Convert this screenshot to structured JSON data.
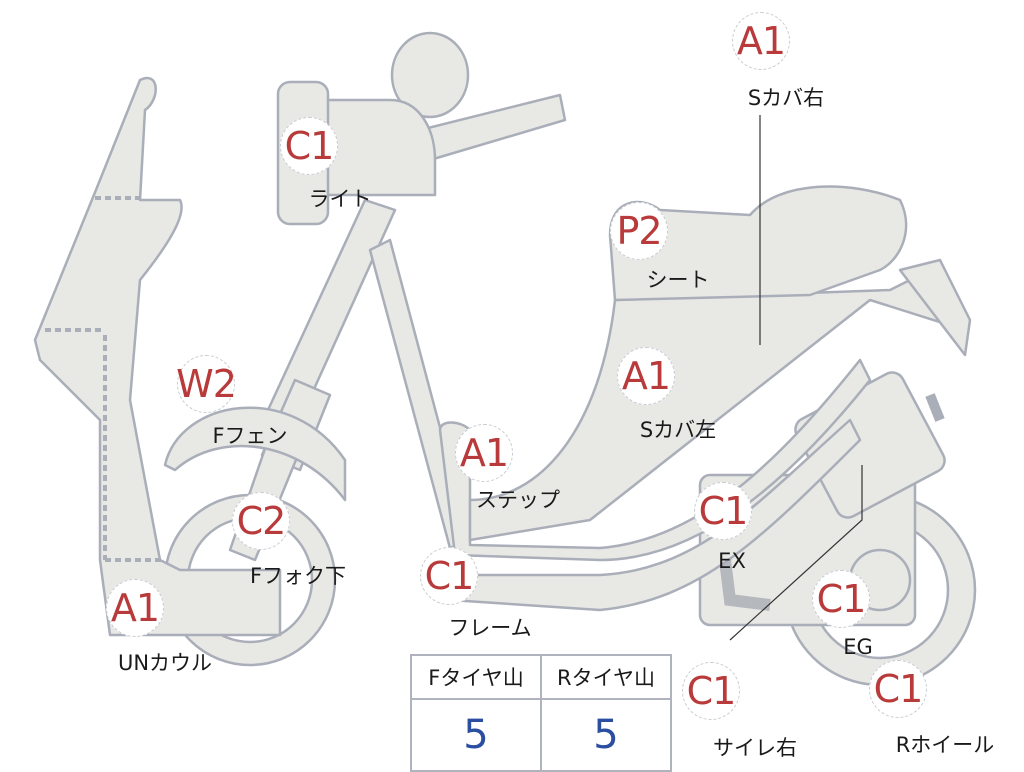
{
  "parts": [
    {
      "code": "A1",
      "label": "Sカバ右"
    },
    {
      "code": "C1",
      "label": "ライト"
    },
    {
      "code": "P2",
      "label": "シート"
    },
    {
      "code": "W2",
      "label": "Fフェン"
    },
    {
      "code": "A1",
      "label": "Sカバ左"
    },
    {
      "code": "A1",
      "label": "ステップ"
    },
    {
      "code": "C2",
      "label": "Fフォク下"
    },
    {
      "code": "C1",
      "label": "EX"
    },
    {
      "code": "C1",
      "label": "フレーム"
    },
    {
      "code": "A1",
      "label": "UNカウル"
    },
    {
      "code": "C1",
      "label": "EG"
    },
    {
      "code": "C1",
      "label": "サイレ右"
    },
    {
      "code": "C1",
      "label": "Rホイール"
    }
  ],
  "tread_table": {
    "headers": [
      "Fタイヤ山",
      "Rタイヤ山"
    ],
    "values": [
      "5",
      "5"
    ]
  },
  "colors": {
    "code": "#b93a3a",
    "value": "#2b4ea0",
    "part_fill": "#e8e8e5",
    "part_stroke": "#a9aeb9"
  }
}
